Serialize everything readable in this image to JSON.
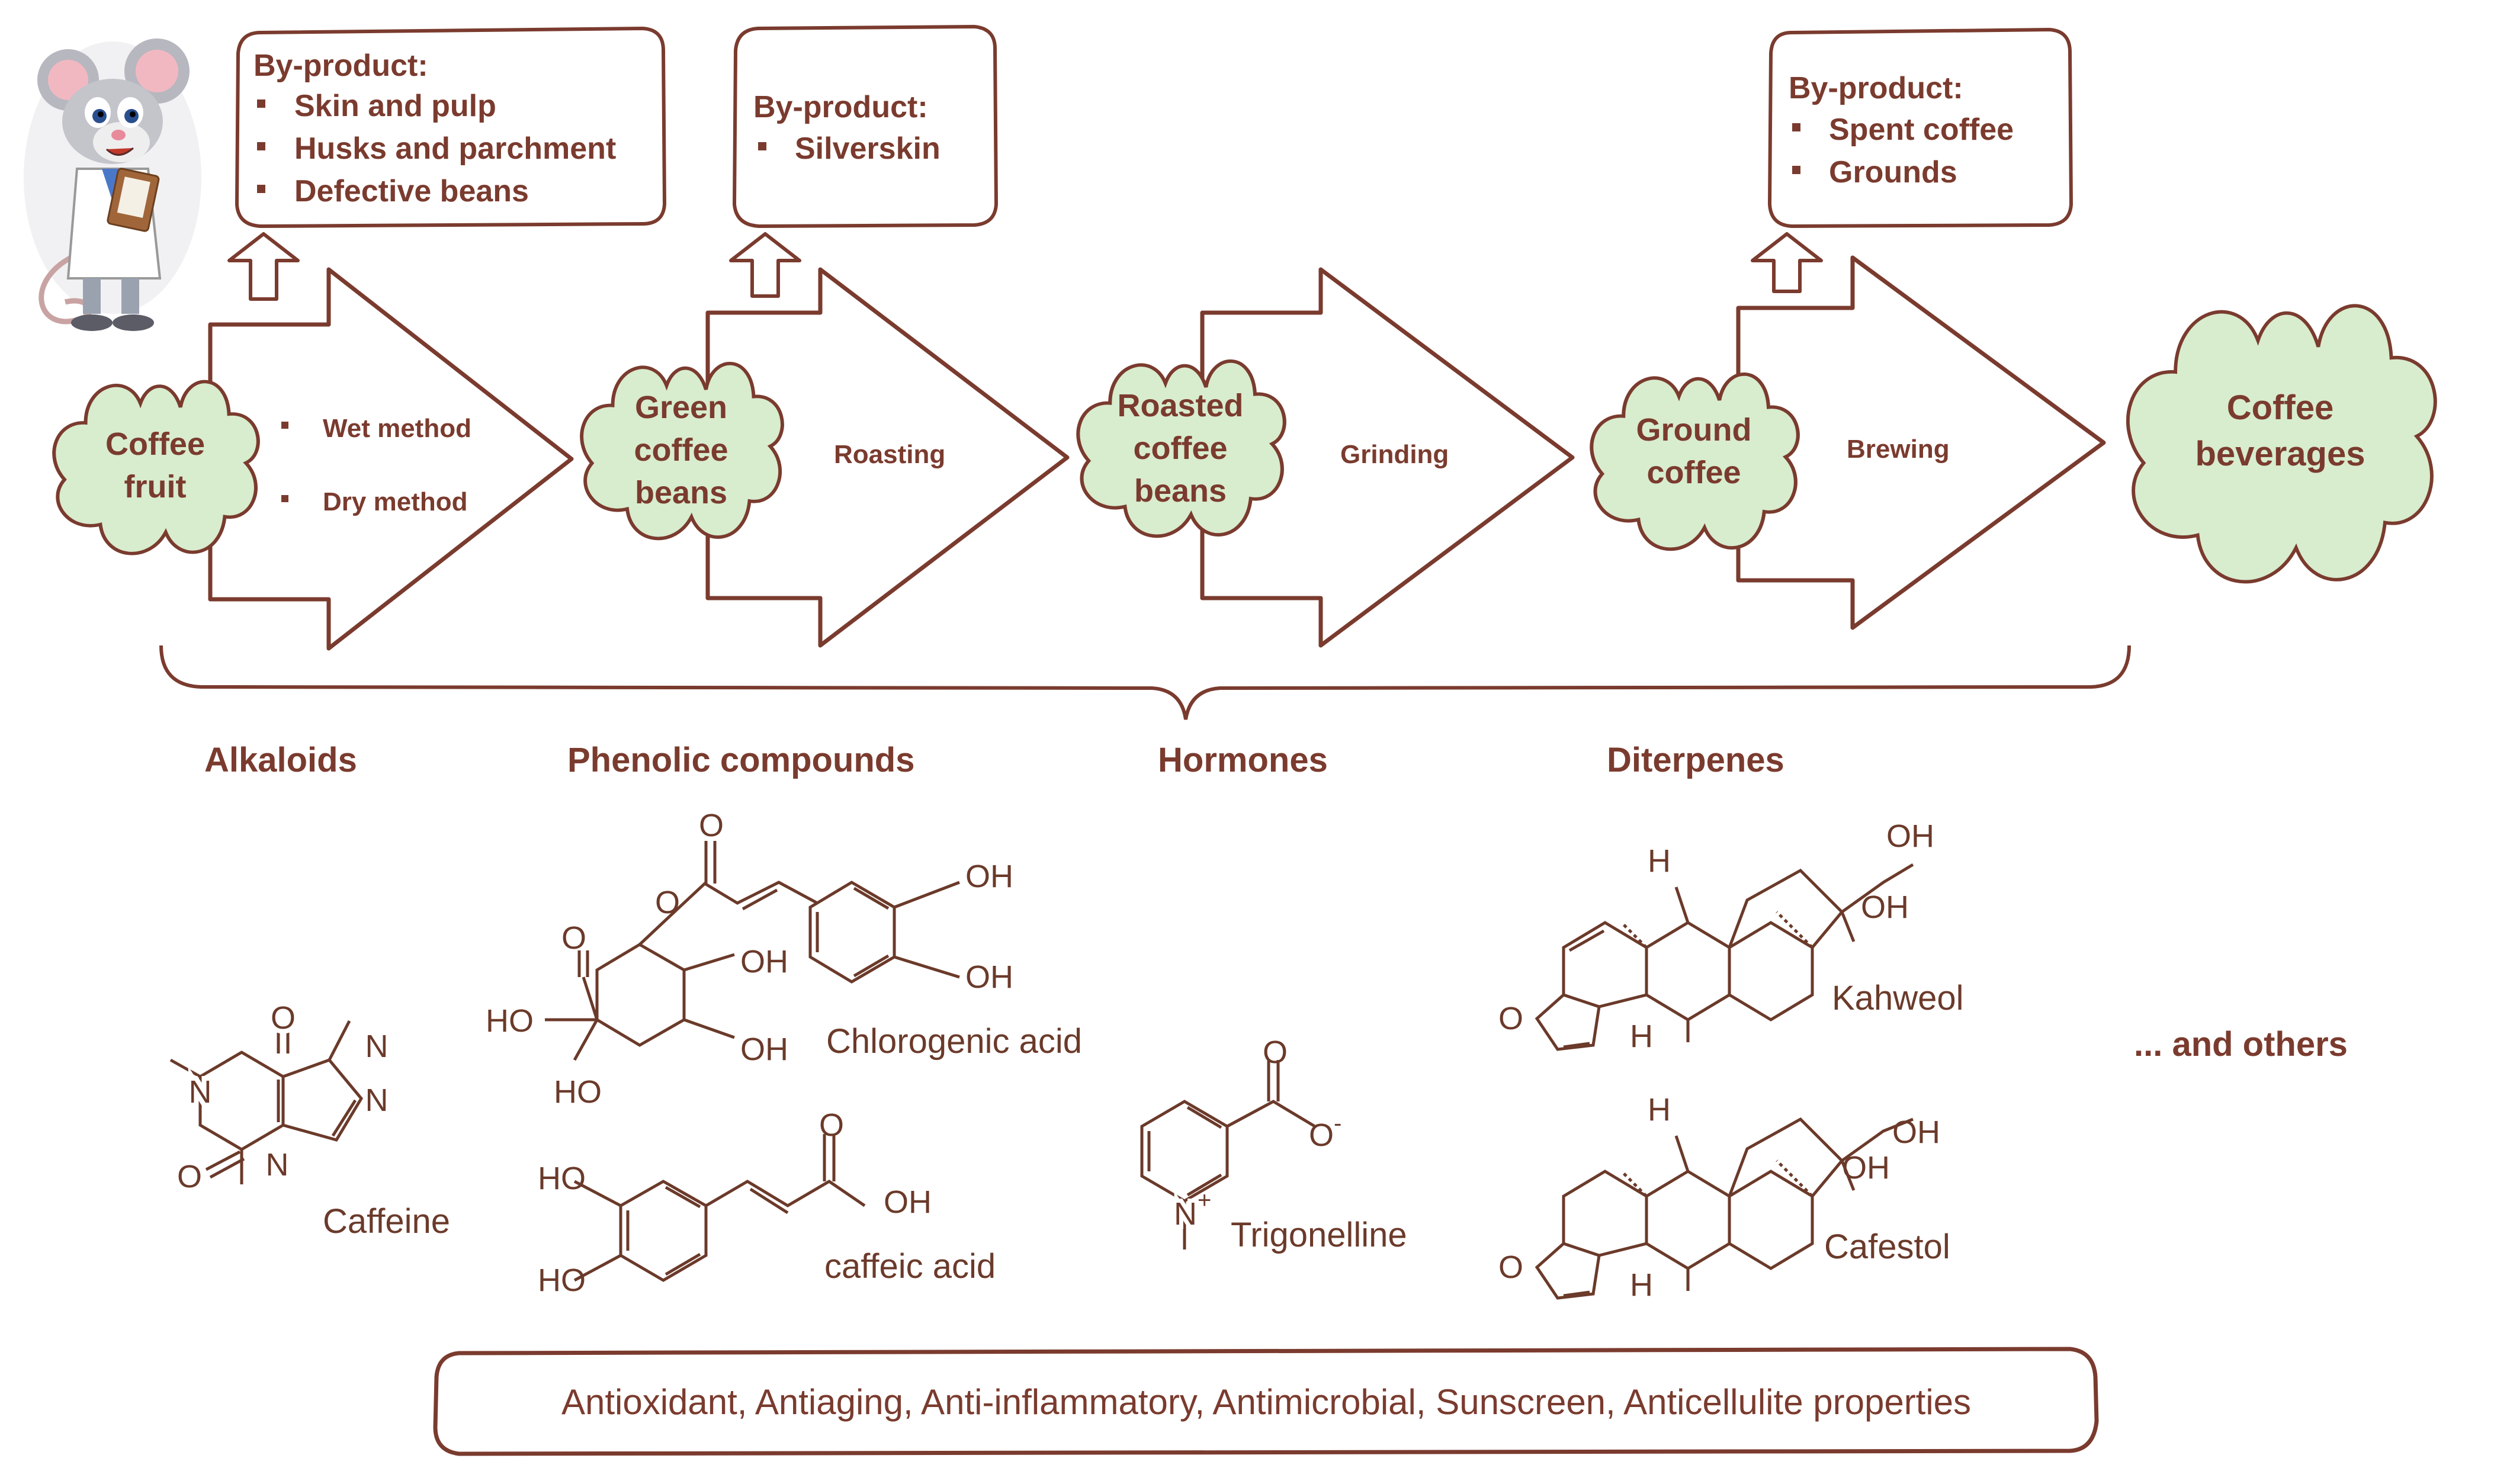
{
  "colors": {
    "outline": "#7a3b2e",
    "text": "#7a3b2e",
    "cloud_fill": "#d8ecce",
    "chem": "#6b3a2a",
    "mouse_skin": "#bdbdc4",
    "coat": "#ffffff"
  },
  "byproduct_boxes": [
    {
      "title": "By-product:",
      "items": [
        "Skin and pulp",
        "Husks and parchment",
        "Defective beans"
      ]
    },
    {
      "title": "By-product:",
      "items": [
        "Silverskin"
      ]
    },
    {
      "title": "By-product:",
      "items": [
        "Spent coffee",
        "Grounds"
      ]
    }
  ],
  "stages": [
    {
      "lines": [
        "Coffee",
        "fruit"
      ]
    },
    {
      "lines": [
        "Green",
        "coffee",
        "beans"
      ]
    },
    {
      "lines": [
        "Roasted",
        "coffee",
        "beans"
      ]
    },
    {
      "lines": [
        "Ground",
        "coffee"
      ]
    },
    {
      "lines": [
        "Coffee",
        "beverages"
      ]
    }
  ],
  "processes": {
    "first": {
      "items": [
        "Wet method",
        "Dry method"
      ]
    },
    "roasting": "Roasting",
    "grinding": "Grinding",
    "brewing": "Brewing"
  },
  "categories": {
    "alkaloids": "Alkaloids",
    "phenolic": "Phenolic compounds",
    "hormones": "Hormones",
    "diterpenes": "Diterpenes"
  },
  "compounds": {
    "caffeine": "Caffeine",
    "chlorogenic": "Chlorogenic acid",
    "caffeic": "caffeic acid",
    "trigonelline": "Trigonelline",
    "kahweol": "Kahweol",
    "cafestol": "Cafestol"
  },
  "atoms": {
    "O": "O",
    "N": "N",
    "H": "H",
    "OH": "OH",
    "HO": "HO",
    "O_minus": "O",
    "minus": "-",
    "N_plus": "N",
    "plus": "+"
  },
  "others": "... and others",
  "properties": "Antioxidant, Antiaging, Anti-inflammatory, Antimicrobial, Sunscreen, Anticellulite properties",
  "icons": {
    "mascot": "scientist-mouse-icon",
    "bullet": "square-bullet-icon",
    "up_arrow": "hollow-up-arrow-icon",
    "process_arrow": "hollow-right-arrow-icon"
  }
}
